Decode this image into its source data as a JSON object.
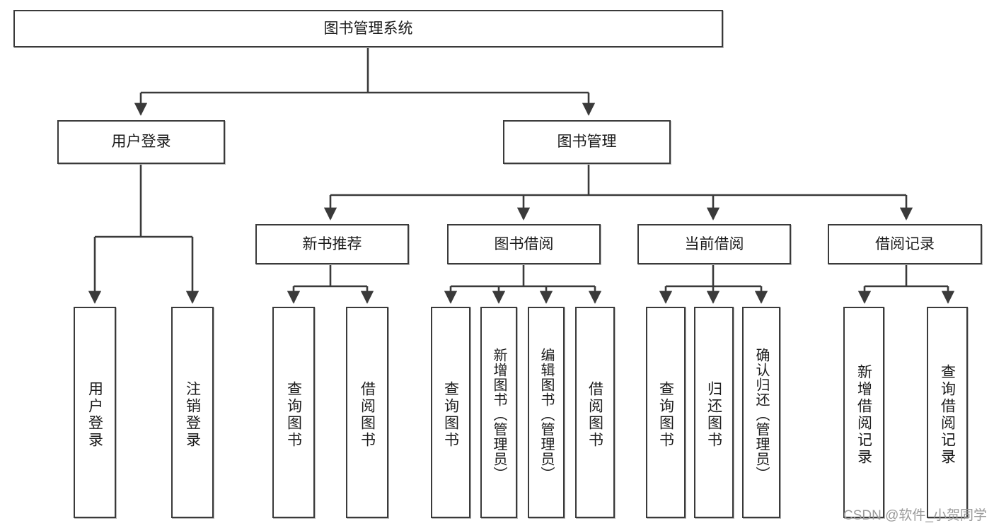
{
  "diagram": {
    "type": "tree",
    "title": "图书管理系统",
    "style": {
      "box_border_color": "#3a3a3a",
      "box_fill_color": "#ffffff",
      "edge_color": "#3a3a3a",
      "text_color": "#1b1b1b",
      "background": "#ffffff"
    },
    "levels": [
      {
        "level": 1,
        "nodes": [
          {
            "id": "root",
            "label": "图书管理系统"
          }
        ]
      },
      {
        "level": 2,
        "nodes": [
          {
            "id": "login",
            "label": "用户登录",
            "parent": "root"
          },
          {
            "id": "bookmgmt",
            "label": "图书管理",
            "parent": "root"
          }
        ]
      },
      {
        "level": 3,
        "nodes": [
          {
            "id": "newbook",
            "label": "新书推荐",
            "parent": "bookmgmt"
          },
          {
            "id": "borrow",
            "label": "图书借阅",
            "parent": "bookmgmt"
          },
          {
            "id": "current",
            "label": "当前借阅",
            "parent": "bookmgmt"
          },
          {
            "id": "records",
            "label": "借阅记录",
            "parent": "bookmgmt"
          }
        ]
      },
      {
        "level": 4,
        "nodes": [
          {
            "id": "leaf1",
            "label": "用户登录",
            "parent": "login"
          },
          {
            "id": "leaf2",
            "label": "注销登录",
            "parent": "login"
          },
          {
            "id": "leaf3",
            "label": "查询图书",
            "parent": "newbook"
          },
          {
            "id": "leaf4",
            "label": "借阅图书",
            "parent": "newbook"
          },
          {
            "id": "leaf5",
            "label": "查询图书",
            "parent": "borrow"
          },
          {
            "id": "leaf6",
            "label": "新增图书（管理员）",
            "parent": "borrow"
          },
          {
            "id": "leaf7",
            "label": "编辑图书（管理员）",
            "parent": "borrow"
          },
          {
            "id": "leaf8",
            "label": "借阅图书",
            "parent": "borrow"
          },
          {
            "id": "leaf9",
            "label": "查询图书",
            "parent": "current"
          },
          {
            "id": "leaf10",
            "label": "归还图书",
            "parent": "current"
          },
          {
            "id": "leaf11",
            "label": "确认归还（管理员）",
            "parent": "current"
          },
          {
            "id": "leaf12",
            "label": "新增借阅记录",
            "parent": "records"
          },
          {
            "id": "leaf13",
            "label": "查询借阅记录",
            "parent": "records"
          }
        ]
      }
    ]
  },
  "watermark": {
    "text": "CSDN @软件_小贺同学"
  }
}
